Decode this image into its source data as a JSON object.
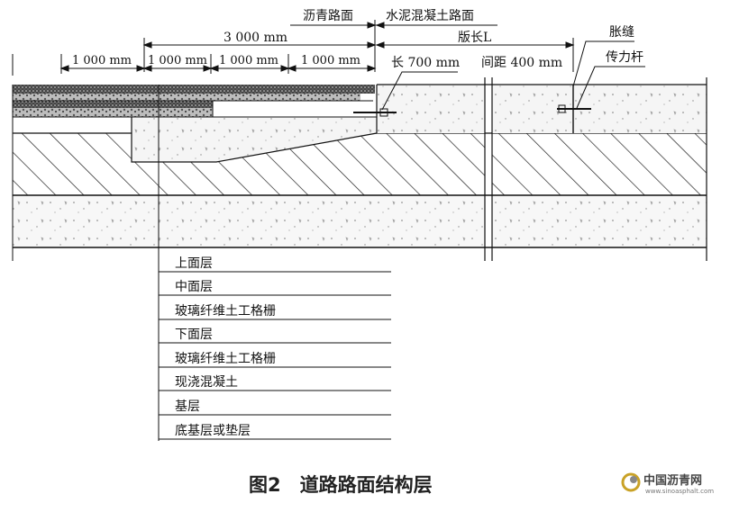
{
  "labels": {
    "asphalt_pavement": "沥青路面",
    "concrete_pavement": "水泥混凝土路面",
    "total_width": "3 000 mm",
    "slab_length": "版长L",
    "expansion_joint": "胀缝",
    "dowel_bar": "传力杆",
    "length_note": "长 700 mm",
    "spacing_note": "间距 400 mm",
    "dim_segments": [
      "1 000 mm",
      "1 000 mm",
      "1 000 mm",
      "1 000 mm"
    ]
  },
  "layers": [
    "上面层",
    "中面层",
    "玻璃纤维土工格栅",
    "下面层",
    "玻璃纤维土工格栅",
    "现浇混凝土",
    "基层",
    "底基层或垫层"
  ],
  "caption": "图2　道路路面结构层",
  "watermark": {
    "name": "中国沥青网",
    "url": "www.sinoasphalt.com"
  },
  "colors": {
    "line": "#111111",
    "concrete": "#f5f5f5",
    "hatch": "#222222",
    "caption": "#222222"
  }
}
